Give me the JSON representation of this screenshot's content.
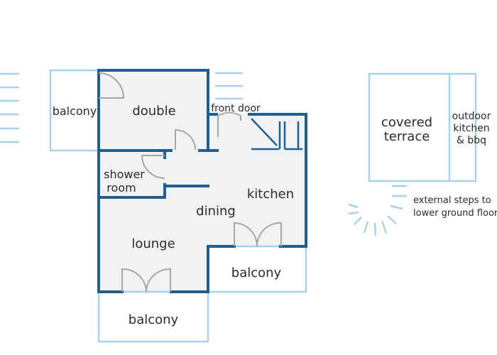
{
  "colors": {
    "wall": "#1f5e8e",
    "outline": "#a9d1ea",
    "door": "#a6a6a6",
    "floor": "#f2f2f2",
    "text": "#2b2b2b"
  },
  "labels": {
    "balcony_west": "balcony",
    "double": "double",
    "front_door": "front door",
    "shower_line1": "shower",
    "shower_line2": "room",
    "kitchen": "kitchen",
    "dining": "dining",
    "lounge": "lounge",
    "balcony_east": "balcony",
    "balcony_south": "balcony",
    "covered_line1": "covered",
    "covered_line2": "terrace",
    "outdoor_line1": "outdoor",
    "outdoor_line2": "kitchen",
    "outdoor_line3": "& bbq",
    "steps_line1": "external steps to",
    "steps_line2": "lower ground floor"
  }
}
